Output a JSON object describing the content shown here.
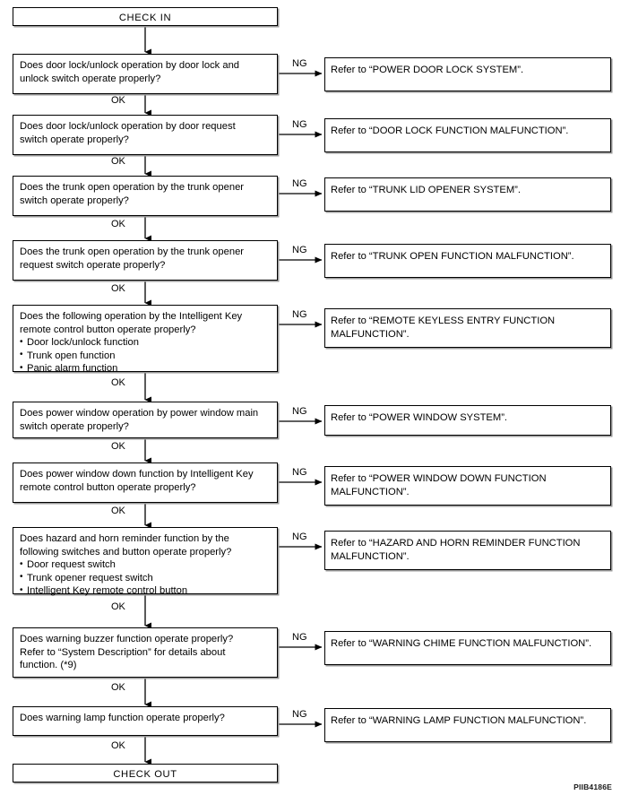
{
  "figure": {
    "code": "PIIB4186E",
    "branch_label_ng": "NG",
    "branch_label_ok": "OK"
  },
  "terminals": {
    "start": "CHECK IN",
    "end": "CHECK OUT"
  },
  "steps": [
    {
      "id": "door-lock-unlock-switch",
      "lines": [
        "Does door lock/unlock operation by door lock and",
        "unlock switch operate properly?"
      ],
      "bullets": [],
      "ng_ref_lines": [
        "Refer to “POWER DOOR LOCK SYSTEM”."
      ],
      "ok_label": "OK",
      "ng_label": "NG"
    },
    {
      "id": "door-request-switch",
      "lines": [
        "Does door lock/unlock operation by door request",
        "switch operate properly?"
      ],
      "bullets": [],
      "ng_ref_lines": [
        "Refer to “DOOR LOCK FUNCTION MALFUNCTION”."
      ],
      "ok_label": "OK",
      "ng_label": "NG"
    },
    {
      "id": "trunk-opener-switch",
      "lines": [
        "Does the trunk open operation by the trunk opener",
        "switch operate properly?"
      ],
      "bullets": [],
      "ng_ref_lines": [
        "Refer to “TRUNK LID OPENER SYSTEM”."
      ],
      "ok_label": "OK",
      "ng_label": "NG"
    },
    {
      "id": "trunk-opener-request-switch",
      "lines": [
        "Does the trunk open operation by the trunk opener",
        "request switch operate properly?"
      ],
      "bullets": [],
      "ng_ref_lines": [
        "Refer to “TRUNK OPEN FUNCTION MALFUNCTION”."
      ],
      "ok_label": "OK",
      "ng_label": "NG"
    },
    {
      "id": "intelligent-key-remote-control-button",
      "lines": [
        "Does the following operation by the Intelligent Key",
        "remote control button operate properly?"
      ],
      "bullets": [
        "Door lock/unlock function",
        "Trunk open function",
        "Panic alarm function"
      ],
      "ng_ref_lines": [
        "Refer to “REMOTE KEYLESS ENTRY FUNCTION",
        "MALFUNCTION”."
      ],
      "ok_label": "OK",
      "ng_label": "NG"
    },
    {
      "id": "power-window-main-switch",
      "lines": [
        "Does power window operation by power window main",
        "switch operate properly?"
      ],
      "bullets": [],
      "ng_ref_lines": [
        "Refer to “POWER WINDOW SYSTEM”."
      ],
      "ok_label": "OK",
      "ng_label": "NG"
    },
    {
      "id": "power-window-down-remote",
      "lines": [
        "Does power window down function by Intelligent Key",
        "remote control button operate properly?"
      ],
      "bullets": [],
      "ng_ref_lines": [
        "Refer to “POWER WINDOW DOWN FUNCTION",
        "MALFUNCTION”."
      ],
      "ok_label": "OK",
      "ng_label": "NG"
    },
    {
      "id": "hazard-horn-reminder",
      "lines": [
        "Does hazard and horn reminder function by the",
        "following switches and button operate properly?"
      ],
      "bullets": [
        "Door request switch",
        "Trunk opener request switch",
        "Intelligent Key remote control button"
      ],
      "ng_ref_lines": [
        "Refer to “HAZARD AND HORN REMINDER FUNCTION",
        "MALFUNCTION”."
      ],
      "ok_label": "OK",
      "ng_label": "NG"
    },
    {
      "id": "warning-buzzer",
      "lines": [
        "Does warning buzzer function operate properly?",
        "Refer to “System Description” for details about",
        "function. (*9)"
      ],
      "bullets": [],
      "ng_ref_lines": [
        "Refer to “WARNING CHIME FUNCTION MALFUNCTION”."
      ],
      "ok_label": "OK",
      "ng_label": "NG"
    },
    {
      "id": "warning-lamp",
      "lines": [
        "Does warning lamp function operate properly?"
      ],
      "bullets": [],
      "ng_ref_lines": [
        "Refer to “WARNING LAMP FUNCTION MALFUNCTION”."
      ],
      "ok_label": "OK",
      "ng_label": "NG"
    }
  ],
  "colors": {
    "stroke": "#000000",
    "background": "#ffffff",
    "shadow": "#9a9a9a"
  }
}
